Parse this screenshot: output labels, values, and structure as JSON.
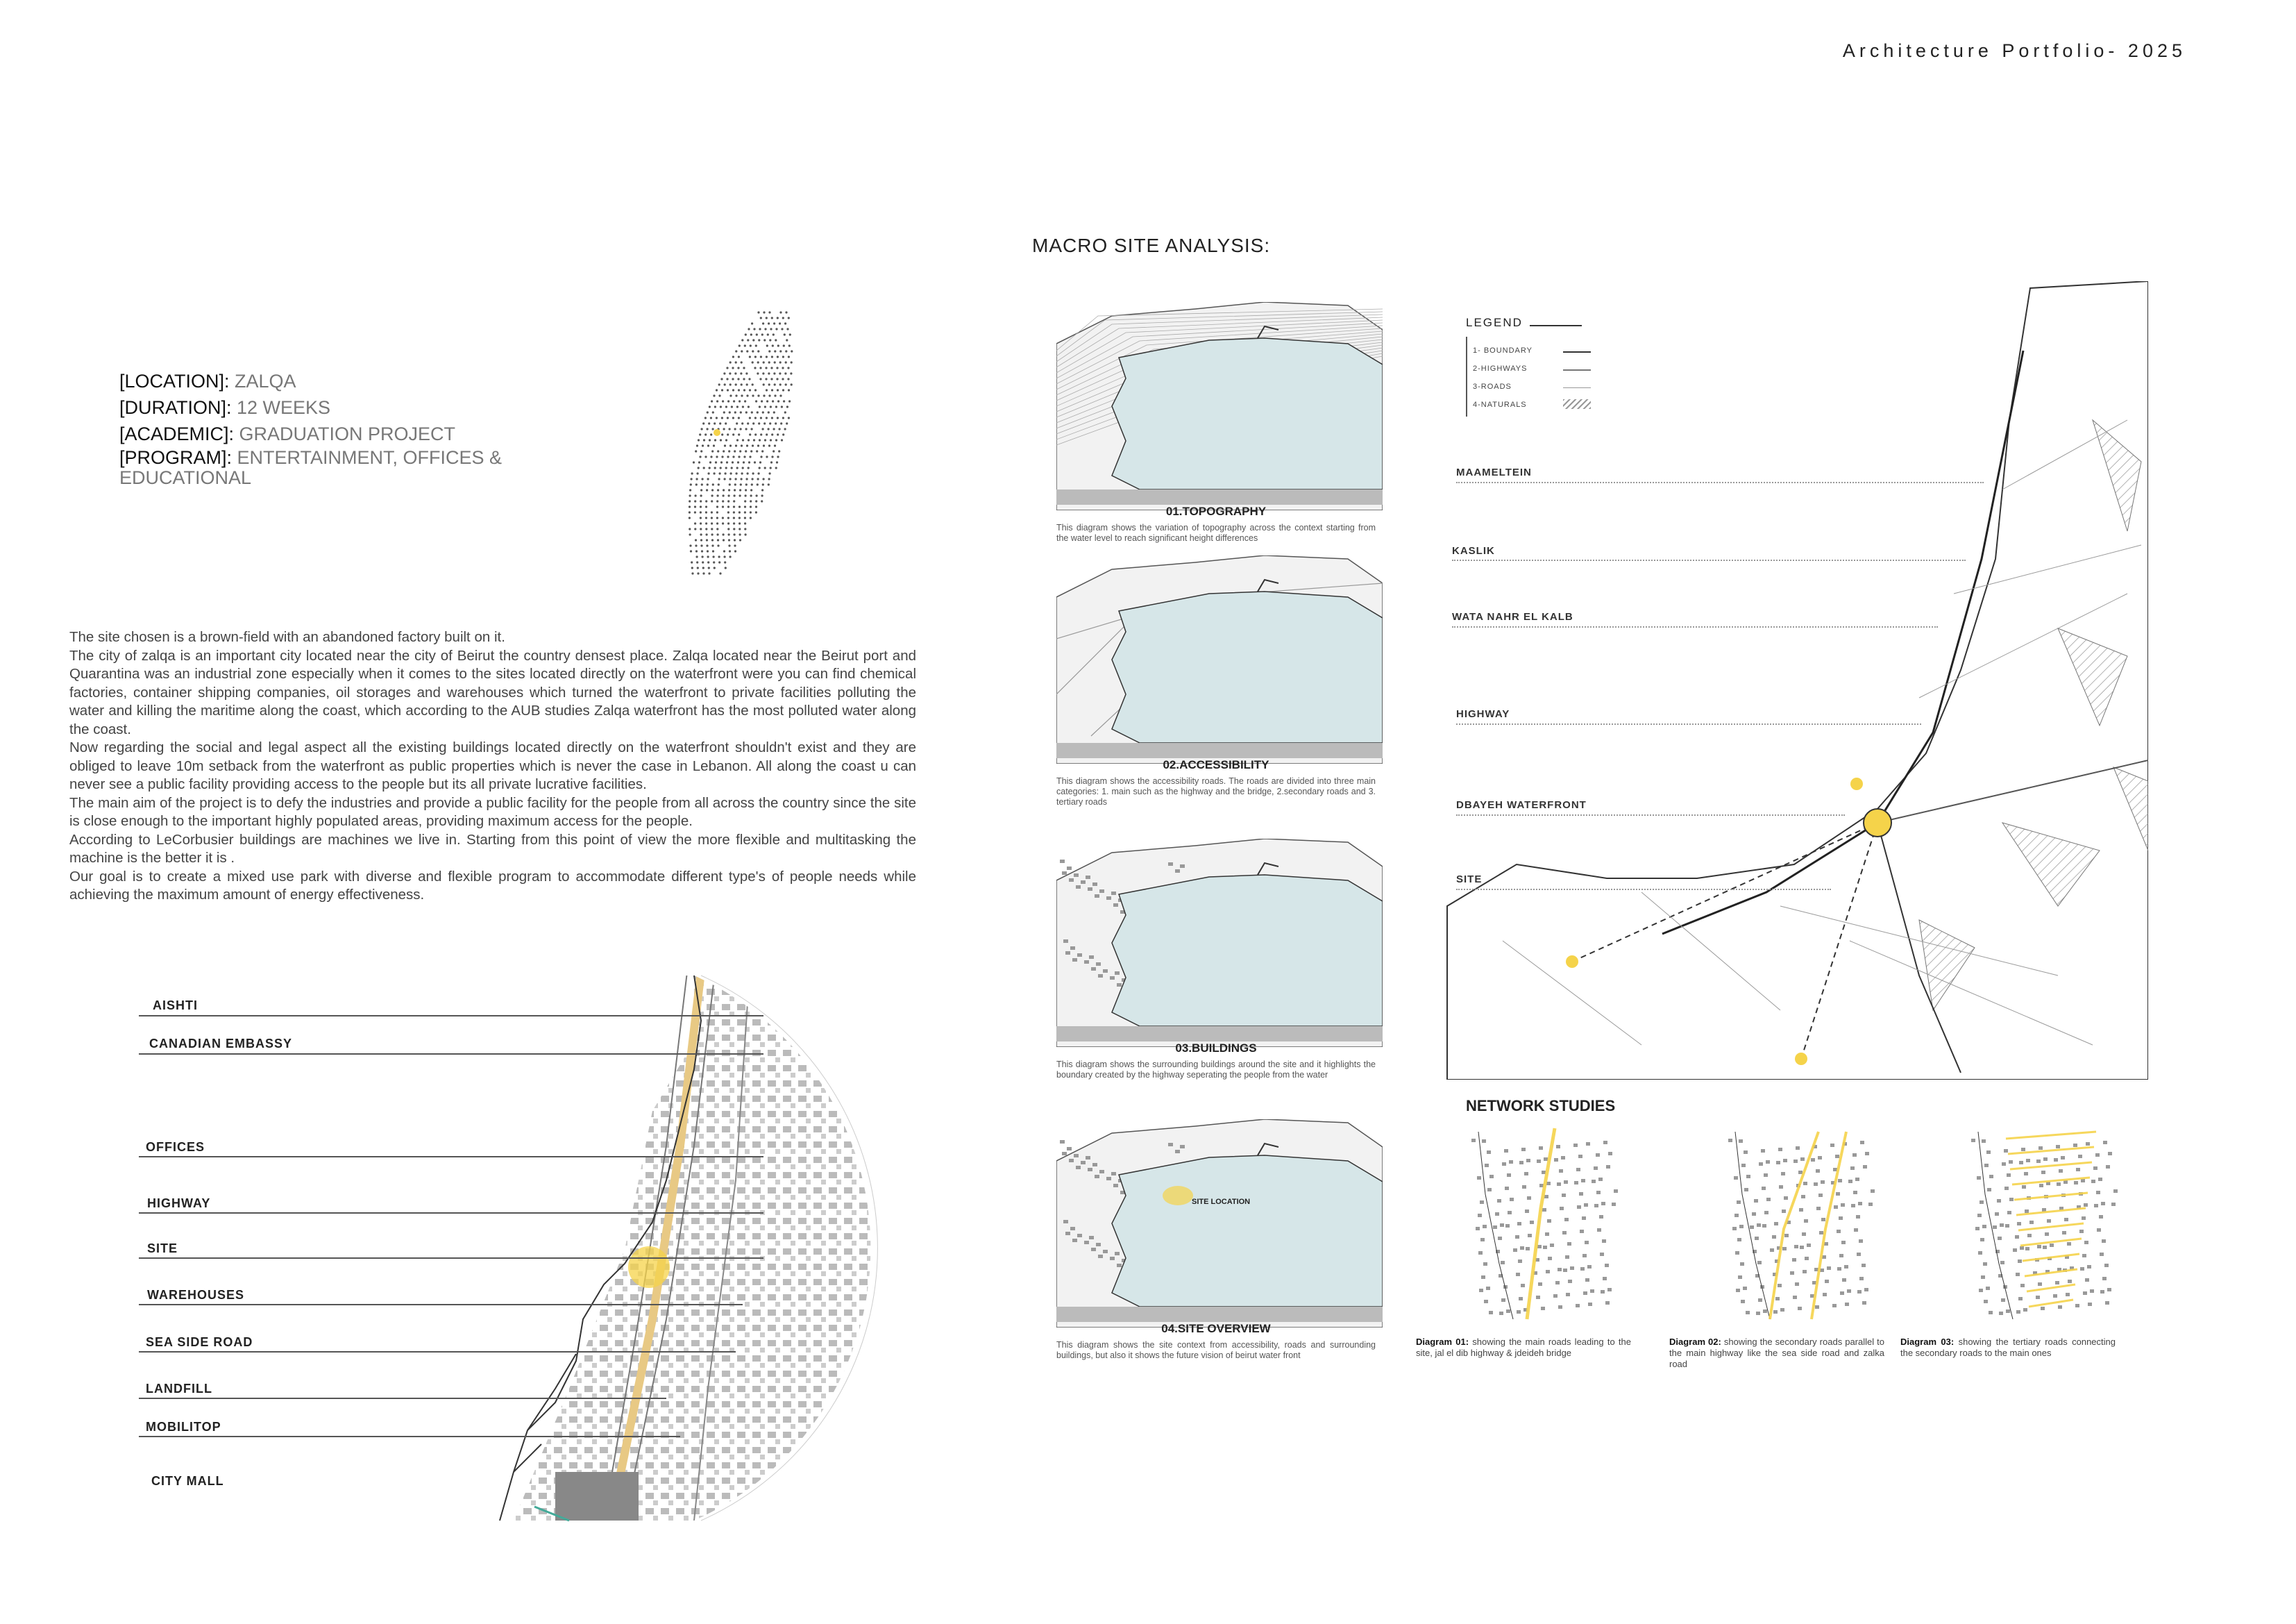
{
  "header": {
    "portfolio_title": "Architecture Portfolio- 2025"
  },
  "macro": {
    "title": "MACRO SITE ANALYSIS:"
  },
  "project_info": [
    {
      "key": "[LOCATION]:",
      "value": " ZALQA"
    },
    {
      "key": "[DURATION]:",
      "value": " 12 WEEKS"
    },
    {
      "key": "[ACADEMIC]:",
      "value": " GRADUATION PROJECT"
    },
    {
      "key": "[PROGRAM]:",
      "value": "  ENTERTAINMENT, OFFICES &"
    },
    {
      "key": "",
      "value": "EDUCATIONAL"
    }
  ],
  "paragraphs": [
    "The site chosen is a brown-field with  an abandoned factory built on it.",
    "The city of zalqa is an important city located near the city of Beirut the country densest place. Zalqa located near the Beirut port and Quarantina was an industrial zone especially when it comes to the sites located directly on the waterfront were you can find chemical factories, container shipping companies, oil storages and warehouses which turned the waterfront to private facilities polluting the water and killing the maritime along the coast, which according to the AUB studies Zalqa waterfront has the most polluted water along the coast.",
    "Now regarding the social and legal aspect all the existing buildings located directly on the waterfront shouldn't exist and they are obliged to leave 10m setback from the waterfront as public properties which is never the case in Lebanon. All along the coast u can never see a public facility providing access to the people but its all private lucrative facilities.",
    "The main aim of the project is to defy the industries and provide a public facility for the people from all across the country since the site is close enough to the important highly populated areas, providing maximum access for the people.",
    "According to LeCorbusier buildings are machines we live in. Starting from this point of view the more flexible and multitasking the machine is the better it is .",
    "Our goal is to create a mixed use park with diverse and flexible program to accommodate different type's of people needs while achieving the maximum amount of energy effectiveness."
  ],
  "site_map_labels": [
    "AISHTI",
    "CANADIAN EMBASSY",
    "OFFICES",
    "HIGHWAY",
    "SITE",
    "WAREHOUSES",
    "SEA SIDE ROAD",
    "LANDFILL",
    "MOBILITOP",
    "CITY MALL"
  ],
  "diagrams": [
    {
      "title": "01.TOPOGRAPHY",
      "caption": "This diagram shows the variation of topography across the context starting from the water level to reach  significant height differences"
    },
    {
      "title": "02.ACCESSIBILITY",
      "caption": "This diagram shows the accessibility roads. The roads are divided into three main categories: 1. main such as the highway and the bridge, 2.secondary roads and 3. tertiary roads"
    },
    {
      "title": "03.BUILDINGS",
      "caption": "This diagram shows the surrounding buildings around the site and it highlights the boundary created by the highway seperating the people from the water"
    },
    {
      "title": "04.SITE OVERVIEW",
      "caption": "This diagram shows the site context from accessibility, roads and surrounding buildings, but also it shows the future vision of beirut water front"
    }
  ],
  "site_location_label": "SITE LOCATION",
  "legend": {
    "title": "LEGEND",
    "items": [
      "1- BOUNDARY",
      "2-HIGHWAYS",
      "3-ROADS",
      "4-NATURALS"
    ]
  },
  "region_labels": [
    "MAAMELTEIN",
    "KASLIK",
    "WATA NAHR EL KALB",
    "HIGHWAY",
    "DBAYEH WATERFRONT",
    "SITE"
  ],
  "network": {
    "title": "NETWORK STUDIES",
    "items": [
      {
        "lead": "Diagram 01:",
        "text": " showing the main roads leading to the site, jal el dib highway & jdeideh bridge"
      },
      {
        "lead": "Diagram 02:",
        "text": " showing the secondary roads parallel to the main highway like the sea side road and zalka road"
      },
      {
        "lead": "Diagram 03:",
        "text": " showing the tertiary roads connecting the secondary roads to the main ones"
      }
    ]
  },
  "colors": {
    "accent_yellow": "#f5d34a",
    "water": "#d6e6e8",
    "text": "#222222"
  }
}
